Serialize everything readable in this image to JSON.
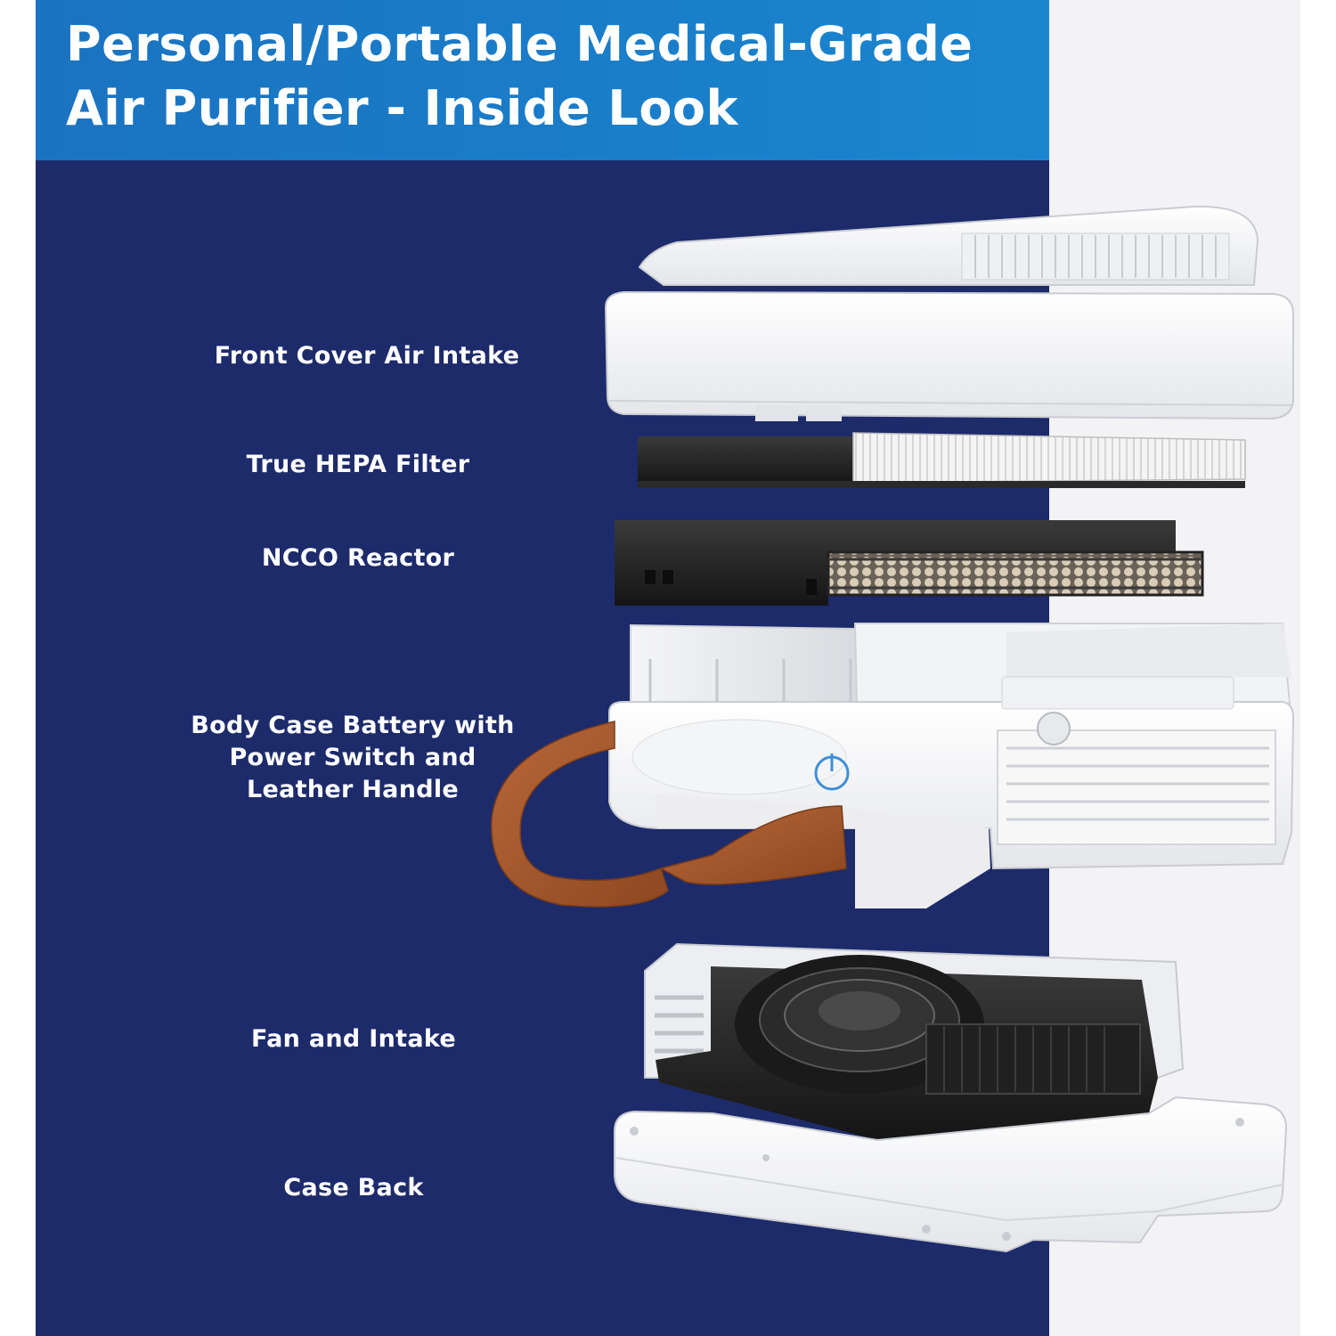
{
  "header": {
    "title_line1": "Personal/Portable Medical-Grade",
    "title_line2": "Air Purifier - Inside Look"
  },
  "components": [
    {
      "label": "Front Cover Air Intake"
    },
    {
      "label": "True HEPA Filter"
    },
    {
      "label": "NCCO Reactor"
    },
    {
      "label_lines": [
        "Body Case Battery with",
        "Power Switch and",
        "Leather Handle"
      ]
    },
    {
      "label": "Fan and Intake"
    },
    {
      "label": "Case Back"
    }
  ],
  "colors": {
    "navy": "#1d2b6b",
    "title_blue": "#1a7ec9",
    "grey_panel": "#f3f3f5",
    "device_white": "#fafafa",
    "leather": "#a9592c",
    "power_icon_blue": "#3f8fd6"
  },
  "icons": {
    "power": "power-icon"
  }
}
